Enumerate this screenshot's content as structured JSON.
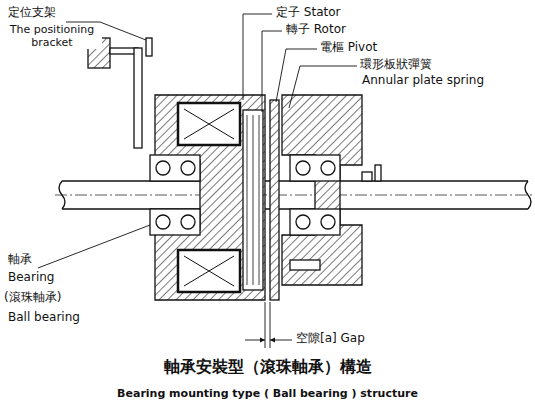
{
  "diagram": {
    "title": "軸承安裝型（滾珠軸承）構造",
    "caption": "Bearing mounting type ( Ball bearing ) structure",
    "labels": [
      "定位支架",
      "The positioning bracket",
      "定子 Stator",
      "轉子 Rotor",
      "電樞 Pivot",
      "環形板狀彈簧",
      "Annular plate spring",
      "軸承",
      "Bearing",
      "(滾珠軸承)",
      "Ball bearing",
      "空隙[a] Gap"
    ]
  }
}
